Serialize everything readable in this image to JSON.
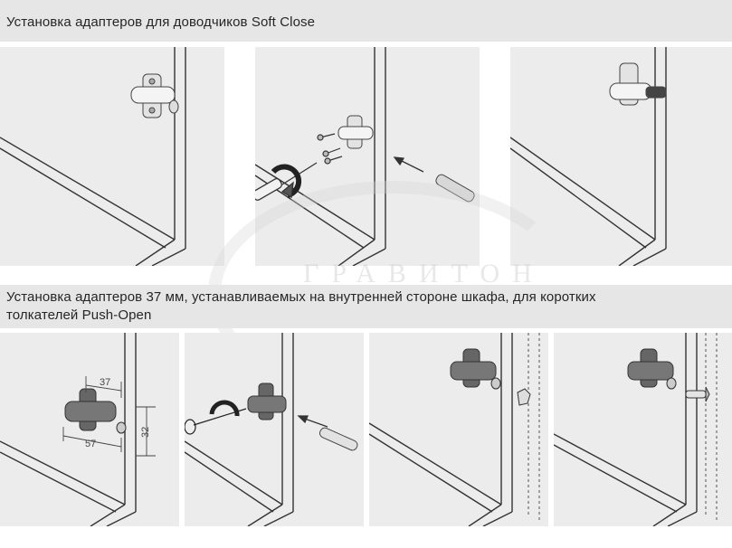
{
  "sections": [
    {
      "heading": "Установка адаптеров для доводчиков Soft Close"
    },
    {
      "heading_line1": "Установка адаптеров 37 мм, устанавливаемых на внутренней стороне шкафа, для коротких",
      "heading_line2": "толкателей Push-Open"
    }
  ],
  "dimensions": {
    "top": "37",
    "bottom": "57",
    "side": "32"
  },
  "watermark": "ГРАВИТОН",
  "colors": {
    "band": "#e6e6e6",
    "panel": "#ececec",
    "line": "#333333"
  }
}
